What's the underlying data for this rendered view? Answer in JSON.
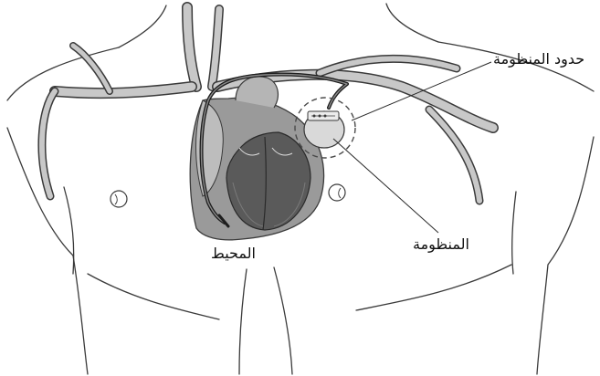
{
  "labels": {
    "system_boundary": "حدود المنظومة",
    "system": "المنظومة",
    "environment": "المحيط"
  },
  "colors": {
    "outline": "#3a3a3a",
    "vessel_fill": "#c8c8c8",
    "heart_fill": "#8f8f8f",
    "heart_dark": "#555555",
    "lead": "#1e1e1e",
    "pacemaker_fill": "#d9d9d9"
  }
}
